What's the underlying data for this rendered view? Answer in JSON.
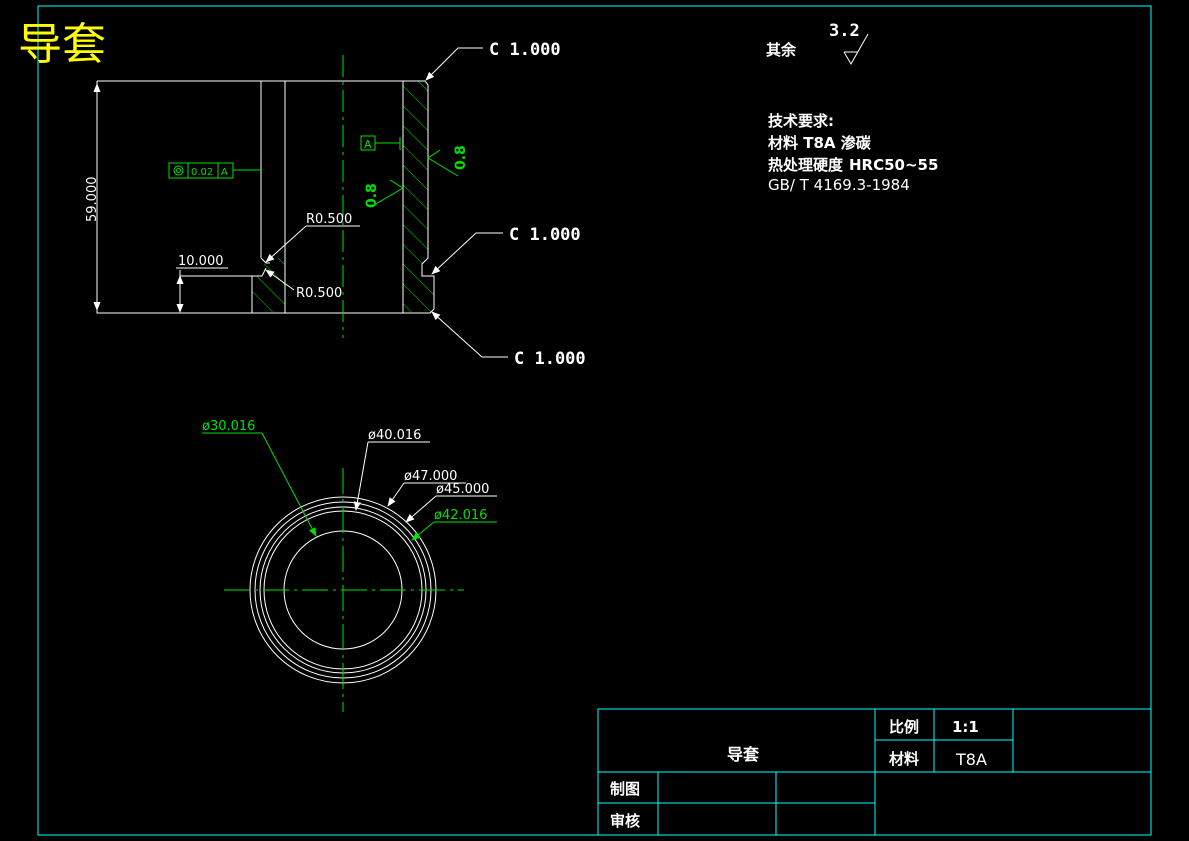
{
  "title": "导套",
  "colors": {
    "background": "#000000",
    "outline": "#ffffff",
    "dimension": "#00e000",
    "frame": "#00ffff",
    "title": "#ffff00"
  },
  "front_view": {
    "chamfer_top": "C 1.000",
    "chamfer_mid": "C 1.000",
    "chamfer_bottom": "C 1.000",
    "height_dim": "59.000",
    "step_dim": "10.000",
    "radius_upper": "R0.500",
    "radius_lower": "R0.500",
    "coaxiality_symbol": "◎",
    "coaxiality_value": "0.02",
    "coaxiality_datum": "A",
    "datum_label": "A",
    "roughness_inner": "0.8",
    "roughness_outer": "0.8"
  },
  "roughness_other": {
    "label": "其余",
    "value": "3.2"
  },
  "requirements": {
    "heading": "技术要求:",
    "material_line": "材料 T8A 渗碳",
    "heat_line_a": "热处理硬度",
    "heat_line_b": "HRC50~55",
    "standard_line": "GB/ T 4169.3-1984"
  },
  "top_view": {
    "d1": "ø30.016",
    "d2": "ø40.016",
    "d3": "ø47.000",
    "d4": "ø45.000",
    "d5": "ø42.016"
  },
  "title_block": {
    "part_name": "导套",
    "scale_label": "比例",
    "scale_value": "1:1",
    "material_label": "材料",
    "material_value": "T8A",
    "drawn_label": "制图",
    "checked_label": "审核"
  }
}
